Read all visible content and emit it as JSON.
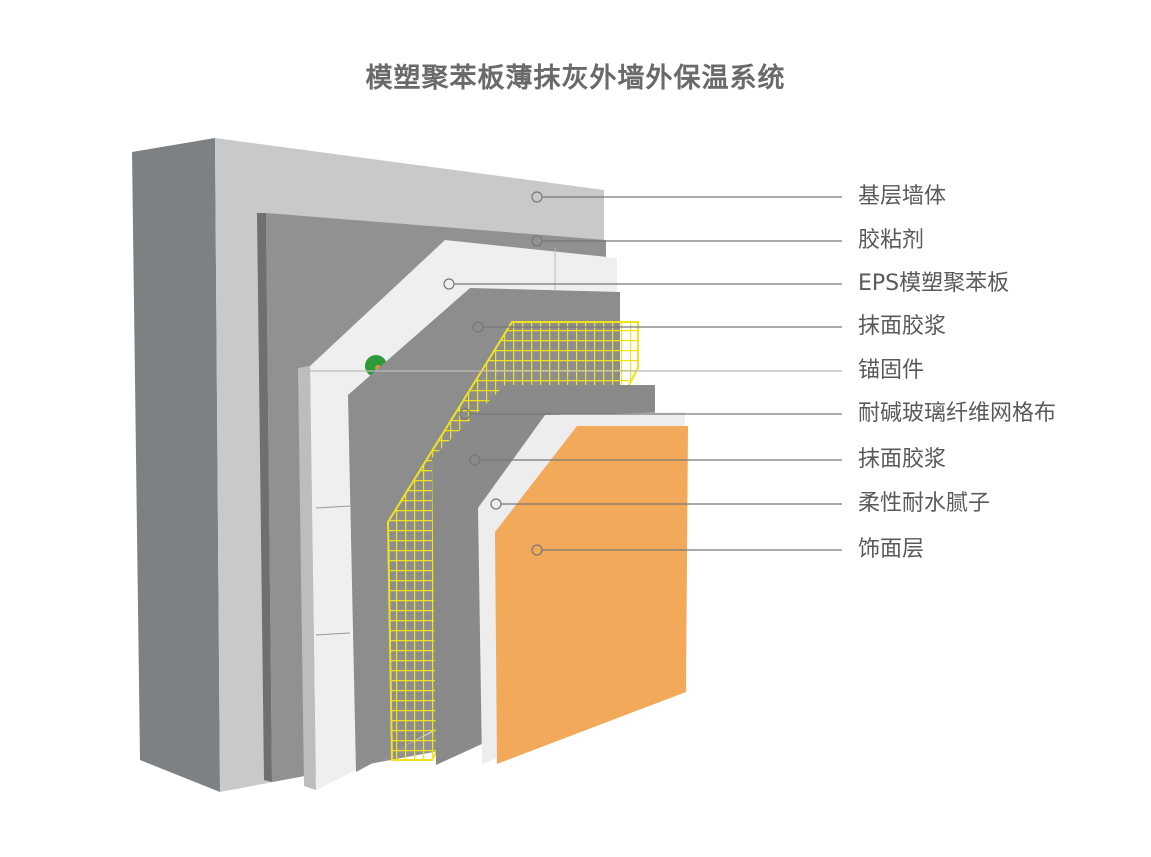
{
  "title": "模塑聚苯板薄抹灰外墙外保温系统",
  "layers": [
    {
      "label": "基层墙体",
      "color": "#c9cbcd"
    },
    {
      "label": "胶粘剂",
      "color": "#8f8f8f"
    },
    {
      "label": "EPS模塑聚苯板",
      "color": "#eeeeee"
    },
    {
      "label": "抹面胶浆",
      "color": "#8c8c8c"
    },
    {
      "label": "锚固件",
      "color": "#2e9a3a"
    },
    {
      "label": "耐碱玻璃纤维网格布",
      "color": "#f3e82a"
    },
    {
      "label": "抹面胶浆",
      "color": "#8a8a8a"
    },
    {
      "label": "柔性耐水腻子",
      "color": "#ececec"
    },
    {
      "label": "饰面层",
      "color": "#f2a95a"
    }
  ]
}
